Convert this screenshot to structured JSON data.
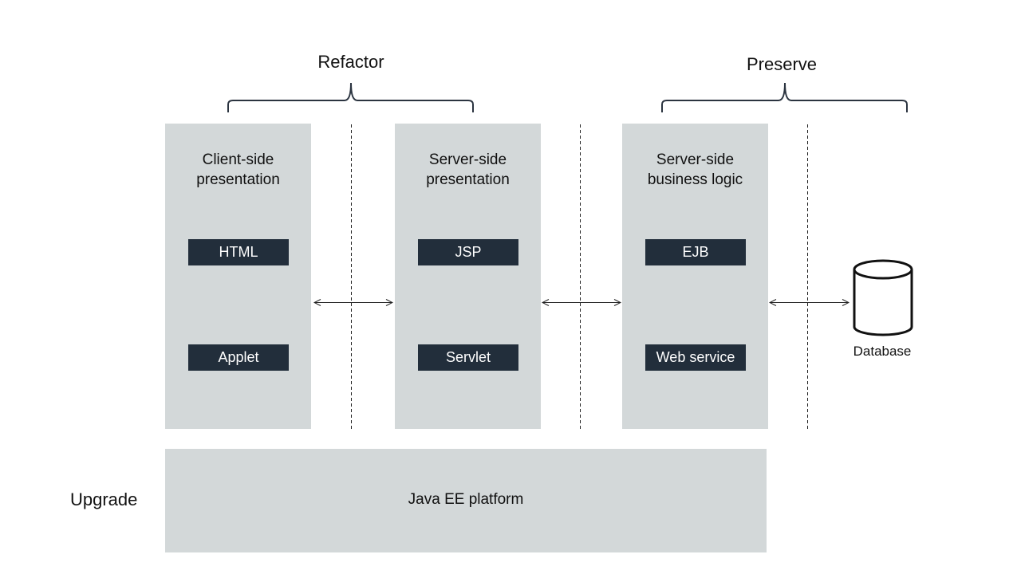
{
  "labels": {
    "refactor": "Refactor",
    "preserve": "Preserve",
    "upgrade": "Upgrade"
  },
  "columns": [
    {
      "title": "Client-side\npresentation",
      "items": [
        "HTML",
        "Applet"
      ]
    },
    {
      "title": "Server-side\npresentation",
      "items": [
        "JSP",
        "Servlet"
      ]
    },
    {
      "title": "Server-side\nbusiness logic",
      "items": [
        "EJB",
        "Web service"
      ]
    }
  ],
  "platform": {
    "label": "Java EE platform"
  },
  "database": {
    "label": "Database",
    "icon": "database-icon"
  },
  "colors": {
    "panel": "#d3d8d9",
    "tag": "#222e3b",
    "tag_text": "#ffffff",
    "bracket": "#2b3440"
  }
}
